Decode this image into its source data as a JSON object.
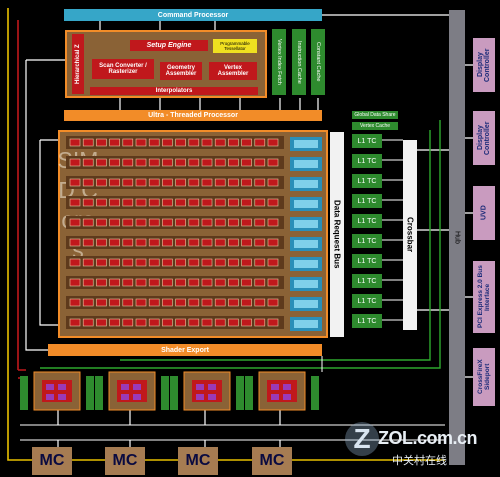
{
  "diagram": {
    "command_processor": "Command Processor",
    "setup_engine": "Setup Engine",
    "programmable_tessellator": "Programmable Tessellator",
    "hierarchical_z": "Hierarchical Z",
    "scan_converter": "Scan Converter / Rasterizer",
    "geometry_assembler": "Geometry Assembler",
    "vertex_assembler": "Vertex Assembler",
    "interpolators": "Interpolators",
    "vertical_caches": [
      "Vertex Index Fetch",
      "Instruction Cache",
      "Constant Cache"
    ],
    "ultra_threaded_processor": "Ultra - Threaded Processor",
    "global_data_share": "Global Data Share",
    "vertex_cache": "Vertex Cache",
    "simd_label": "SIMD Cores",
    "data_request_bus": "Data Request Bus",
    "crossbar": "Crossbar",
    "l1_label": "L1 TC",
    "l1_count": 10,
    "simd_rows": 10,
    "shader_export": "Shader Export",
    "hub": "Hub",
    "right_blocks": [
      "Display Controller",
      "Display Controller",
      "UVD",
      "PCI Express 2.0 Bus Interface",
      "CrossFireX Sideport"
    ],
    "memory_controllers": [
      "MC",
      "MC",
      "MC",
      "MC"
    ],
    "watermark_main": "ZOL.com.cn",
    "watermark_sub": "中关村在线"
  },
  "colors": {
    "orange": "#f28c28",
    "cyan": "#36a6c8",
    "green": "#2e8b2e",
    "red": "#c0181c",
    "simd_fill": "#8a6236",
    "mc_fill": "#a67c52",
    "right_block": "#c99bbf"
  }
}
